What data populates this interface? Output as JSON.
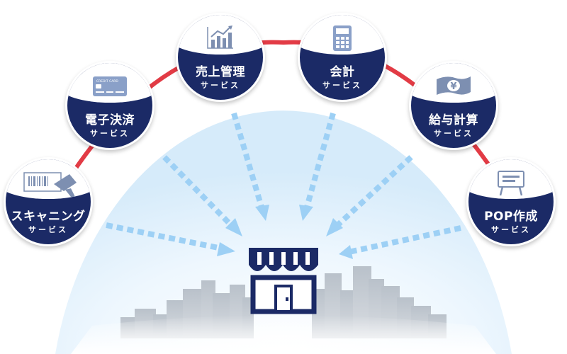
{
  "services": [
    {
      "title": "スキャニング",
      "sub": "サービス",
      "icon": "barcode-scanner-icon"
    },
    {
      "title": "電子決済",
      "sub": "サービス",
      "icon": "credit-card-icon"
    },
    {
      "title": "売上管理",
      "sub": "サービス",
      "icon": "sales-chart-icon"
    },
    {
      "title": "会計",
      "sub": "サービス",
      "icon": "calculator-icon"
    },
    {
      "title": "給与計算",
      "sub": "サービス",
      "icon": "yen-banknote-icon"
    },
    {
      "title": "POP作成",
      "sub": "サービス",
      "icon": "pop-signboard-icon"
    }
  ],
  "card_label": "CREDIT CARD",
  "center_icon": "store-icon",
  "colors": {
    "navy": "#1b2a66",
    "connector": "#e23b45",
    "arrow": "#9dd0f5",
    "sky": "#dbeefb",
    "city": "#aab3bd",
    "icon": "#7d8fb1"
  }
}
